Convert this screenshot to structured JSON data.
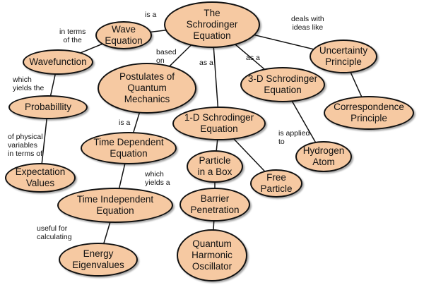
{
  "nodes": {
    "schrodinger_equation": "The\nSchrodinger\nEquation",
    "wave_equation": "Wave\nEquation",
    "wavefunction": "Wavefunction",
    "postulates": "Postulates of\nQuantum\nMechanics",
    "schrodinger_3d": "3-D Schrodinger\nEquation",
    "uncertainty_principle": "Uncertainty\nPrinciple",
    "correspondence_principle": "Correspondence\nPrinciple",
    "probability": "Probabillity",
    "schrodinger_1d": "1-D Schrodinger\nEquation",
    "time_dependent": "Time Dependent\nEquation",
    "hydrogen_atom": "Hydrogen\nAtom",
    "particle_in_box": "Particle\nin a Box",
    "free_particle": "Free\nParticle",
    "expectation_values": "Expectation\nValues",
    "time_independent": "Time Independent\nEquation",
    "barrier_penetration": "Barrier\nPenetration",
    "quantum_harmonic_oscillator": "Quantum\nHarmonic\nOscillator",
    "energy_eigenvalues": "Energy\nEigenvalues"
  },
  "links": {
    "is_a_top": "is a",
    "in_terms_of": "in terms\nof the",
    "deals_with": "deals with\nideas like",
    "based_on": "based\non",
    "as_a_1d": "as a",
    "as_a_3d": "as a",
    "which_yields_the": "which\nyields the",
    "is_a_mid": "is a",
    "is_applied_to": "is applied\nto",
    "physical_variables": "of physical\nvariables\nin terms of",
    "which_yields_a": "which\nyields a",
    "useful_for": "useful for\ncalculating"
  }
}
